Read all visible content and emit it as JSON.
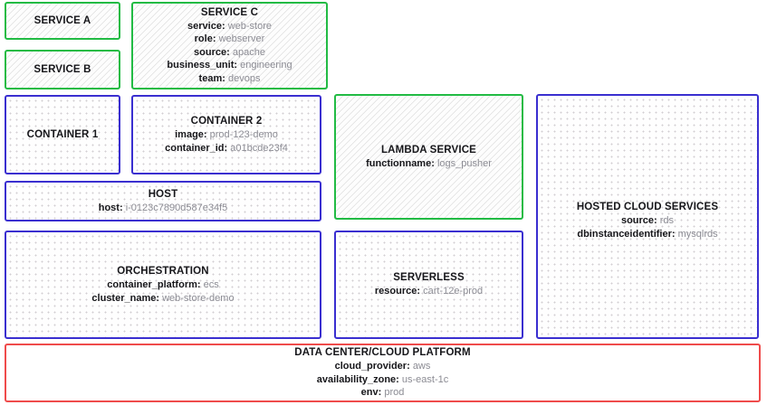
{
  "diagram": {
    "boxes": [
      {
        "id": "service-a",
        "title": "SERVICE A",
        "style": "green",
        "attrs": []
      },
      {
        "id": "service-b",
        "title": "SERVICE B",
        "style": "green",
        "attrs": []
      },
      {
        "id": "service-c",
        "title": "SERVICE C",
        "style": "green",
        "attrs": [
          {
            "key": "service",
            "value": "web-store"
          },
          {
            "key": "role",
            "value": "webserver"
          },
          {
            "key": "source",
            "value": "apache"
          },
          {
            "key": "business_unit",
            "value": "engineering"
          },
          {
            "key": "team",
            "value": "devops"
          }
        ]
      },
      {
        "id": "container-1",
        "title": "CONTAINER 1",
        "style": "blue",
        "attrs": []
      },
      {
        "id": "container-2",
        "title": "CONTAINER 2",
        "style": "blue",
        "attrs": [
          {
            "key": "image",
            "value": "prod-123-demo"
          },
          {
            "key": "container_id",
            "value": "a01bcde23f4"
          }
        ]
      },
      {
        "id": "host",
        "title": "HOST",
        "style": "blue",
        "attrs": [
          {
            "key": "host",
            "value": "i-0123c7890d587e34f5"
          }
        ]
      },
      {
        "id": "lambda-service",
        "title": "LAMBDA SERVICE",
        "style": "green",
        "attrs": [
          {
            "key": "functionname",
            "value": "logs_pusher"
          }
        ]
      },
      {
        "id": "hosted-cloud-services",
        "title": "HOSTED CLOUD SERVICES",
        "style": "blue",
        "attrs": [
          {
            "key": "source",
            "value": "rds"
          },
          {
            "key": "dbinstanceidentifier",
            "value": "mysqlrds"
          }
        ]
      },
      {
        "id": "orchestration",
        "title": "ORCHESTRATION",
        "style": "blue",
        "attrs": [
          {
            "key": "container_platform",
            "value": "ecs"
          },
          {
            "key": "cluster_name",
            "value": "web-store-demo"
          }
        ]
      },
      {
        "id": "serverless",
        "title": "SERVERLESS",
        "style": "blue",
        "attrs": [
          {
            "key": "resource",
            "value": "cart-12e-prod"
          }
        ]
      },
      {
        "id": "data-center-cloud-platform",
        "title": "DATA CENTER/CLOUD PLATFORM",
        "style": "red",
        "attrs": [
          {
            "key": "cloud_provider",
            "value": "aws"
          },
          {
            "key": "availability_zone",
            "value": "us-east-1c"
          },
          {
            "key": "env",
            "value": "prod"
          }
        ]
      }
    ],
    "colors": {
      "service_border": "#22bb44",
      "infrastructure_border": "#3a2fd0",
      "platform_border": "#ef4b4b",
      "key_text": "#16161a",
      "value_text": "#8b8b93"
    }
  }
}
